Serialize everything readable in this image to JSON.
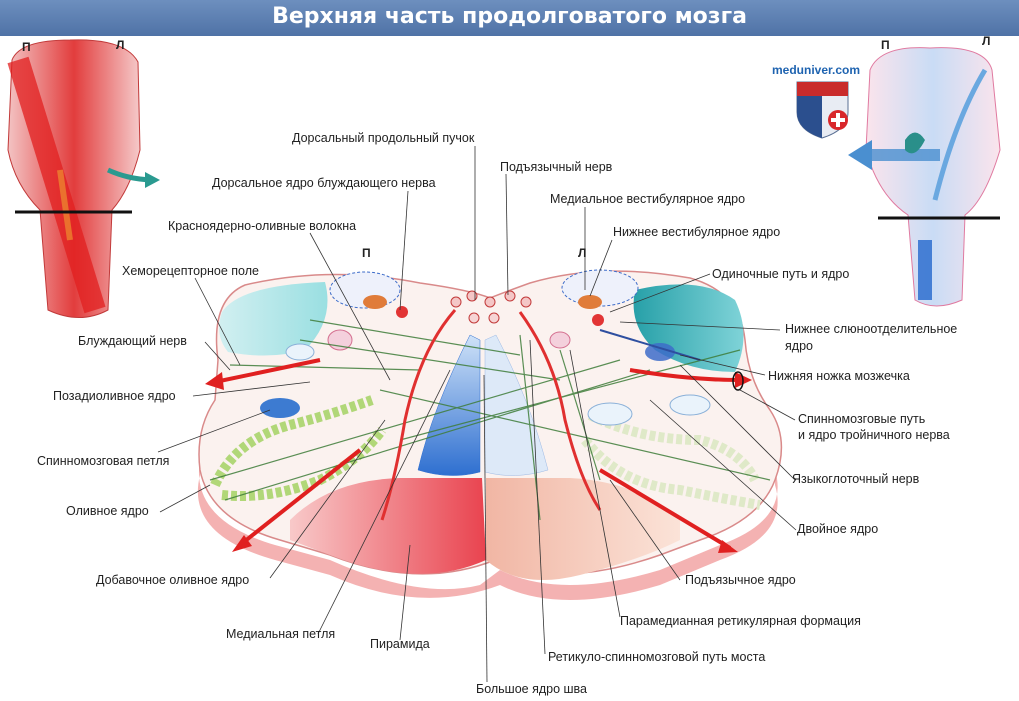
{
  "title": "Верхняя часть продолговатого мозга",
  "site": "meduniver.com",
  "side_markers": {
    "right": "П",
    "left": "Л"
  },
  "labels": {
    "dorsal_longitudinal_fasciculus": "Дорсальный продольный пучок",
    "hypoglossal_nerve": "Подъязычный нерв",
    "dorsal_vagal_nucleus": "Дорсальное ядро блуждающего нерва",
    "medial_vestibular_nucleus": "Медиальное вестибулярное ядро",
    "rubro_olivary_fibers": "Красноядерно-оливные волокна",
    "inferior_vestibular_nucleus": "Нижнее вестибулярное ядро",
    "chemoreceptor_field": "Хеморецепторное поле",
    "solitary_tract_nucleus": "Одиночные путь и ядро",
    "inferior_salivatory_nucleus_1": "Нижнее слюноотделительное",
    "inferior_salivatory_nucleus_2": "ядро",
    "vagus_nerve": "Блуждающий нерв",
    "inferior_cerebellar_peduncle": "Нижняя ножка мозжечка",
    "posterior_olivary_nucleus": "Позадиоливное ядро",
    "spinal_trigeminal_1": "Спинномозговые путь",
    "spinal_trigeminal_2": "и ядро тройничного нерва",
    "spinal_lemniscus": "Спинномозговая петля",
    "glossopharyngeal_nerve": "Языкоглоточный нерв",
    "olivary_nucleus": "Оливное ядро",
    "nucleus_ambiguus": "Двойное ядро",
    "accessory_olivary_nucleus": "Добавочное оливное ядро",
    "hypoglossal_nucleus": "Подъязычное ядро",
    "paramedian_reticular_formation": "Парамедианная ретикулярная формация",
    "medial_lemniscus": "Медиальная петля",
    "pyramid": "Пирамида",
    "pontine_reticulospinal_tract": "Ретикуло-спинномозговой путь моста",
    "nucleus_raphe_magnus": "Большое ядро шва"
  },
  "colors": {
    "title_bar": "#5b7fb3",
    "pyramid": "#e84e5a",
    "medial_lemniscus": "#3d7bd1",
    "olive": "#a8d46a",
    "cerebellar_peduncle": "#2f8f9a",
    "tract_arrow": "#e02020",
    "fiber_green": "#3f7d3a"
  }
}
